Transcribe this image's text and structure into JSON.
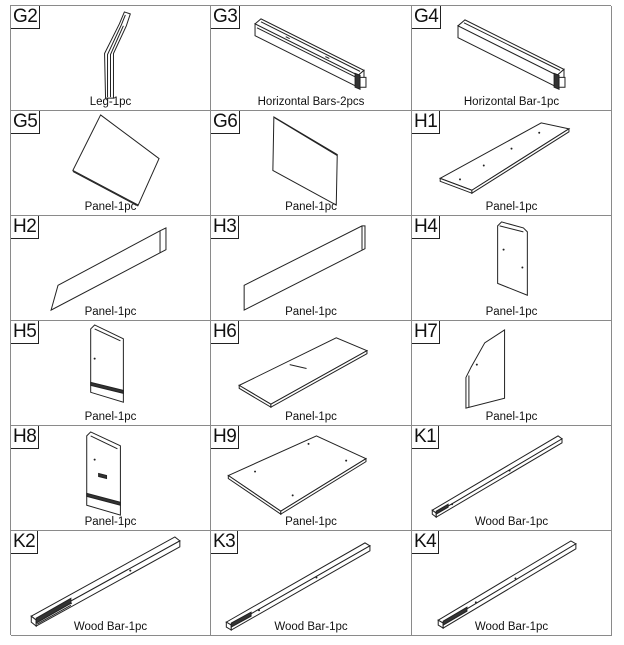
{
  "parts": [
    {
      "code": "G2",
      "caption": "Leg-1pc"
    },
    {
      "code": "G3",
      "caption": "Horizontal Bars-2pcs"
    },
    {
      "code": "G4",
      "caption": "Horizontal Bar-1pc"
    },
    {
      "code": "G5",
      "caption": "Panel-1pc"
    },
    {
      "code": "G6",
      "caption": "Panel-1pc"
    },
    {
      "code": "H1",
      "caption": "Panel-1pc"
    },
    {
      "code": "H2",
      "caption": "Panel-1pc"
    },
    {
      "code": "H3",
      "caption": "Panel-1pc"
    },
    {
      "code": "H4",
      "caption": "Panel-1pc"
    },
    {
      "code": "H5",
      "caption": "Panel-1pc"
    },
    {
      "code": "H6",
      "caption": "Panel-1pc"
    },
    {
      "code": "H7",
      "caption": "Panel-1pc"
    },
    {
      "code": "H8",
      "caption": "Panel-1pc"
    },
    {
      "code": "H9",
      "caption": "Panel-1pc"
    },
    {
      "code": "K1",
      "caption": "Wood Bar-1pc"
    },
    {
      "code": "K2",
      "caption": "Wood Bar-1pc"
    },
    {
      "code": "K3",
      "caption": "Wood Bar-1pc"
    },
    {
      "code": "K4",
      "caption": "Wood Bar-1pc"
    }
  ],
  "icons": [
    "leg-drawing",
    "horizontal-bar-drawing",
    "horizontal-bar-drawing",
    "panel-drawing",
    "panel-drawing",
    "panel-drawing",
    "panel-drawing",
    "panel-drawing",
    "panel-drawing",
    "panel-drawing",
    "panel-drawing",
    "panel-drawing",
    "panel-drawing",
    "panel-drawing",
    "wood-bar-drawing",
    "wood-bar-drawing",
    "wood-bar-drawing",
    "wood-bar-drawing"
  ]
}
